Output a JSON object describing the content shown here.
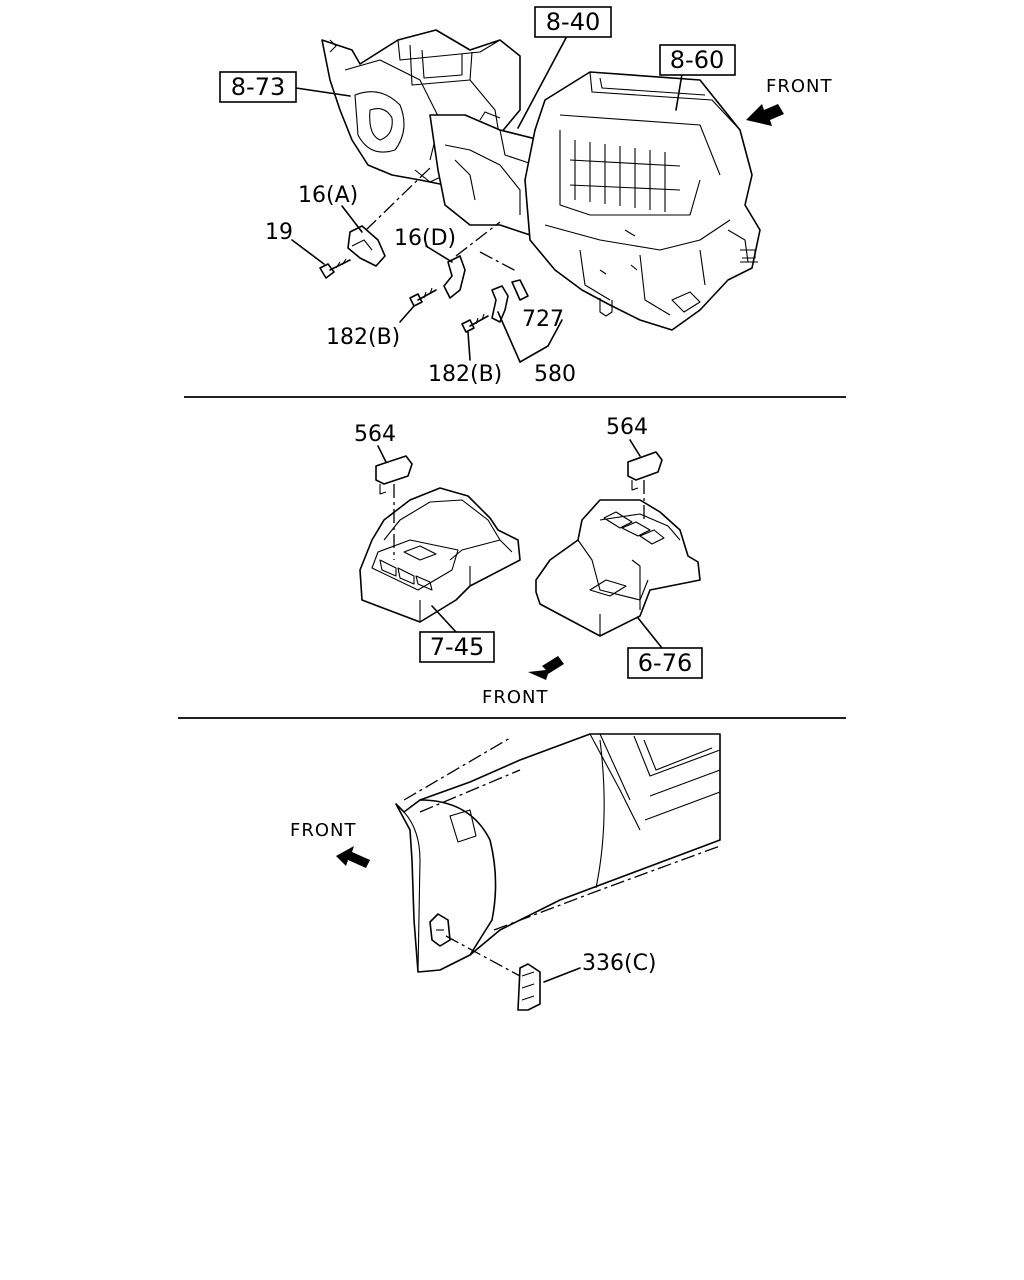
{
  "section_top": {
    "refs": {
      "r_8_73": "8-73",
      "r_8_40": "8-40",
      "r_8_60": "8-60"
    },
    "front_label": "FRONT",
    "labels": {
      "p16a": "16(A)",
      "p19": "19",
      "p16d": "16(D)",
      "p182b_1": "182(B)",
      "p727": "727",
      "p182b_2": "182(B)",
      "p580": "580"
    }
  },
  "section_middle": {
    "refs": {
      "r_7_45": "7-45",
      "r_6_76": "6-76"
    },
    "front_label": "FRONT",
    "labels": {
      "p564_left": "564",
      "p564_right": "564"
    }
  },
  "section_bottom": {
    "front_label": "FRONT",
    "labels": {
      "p336c": "336(C)"
    }
  },
  "icons": {
    "front_arrow": "arrow-icon",
    "separator": "divider-line"
  }
}
